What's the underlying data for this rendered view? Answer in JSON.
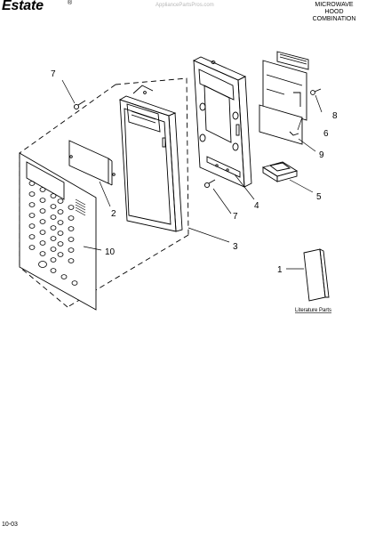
{
  "header": {
    "brand": "Estate",
    "registered_mark": "®",
    "watermark": "AppliancePartsPros.com",
    "title_lines": [
      "MICROWAVE",
      "HOOD",
      "COMBINATION"
    ]
  },
  "callouts": {
    "c1": "1",
    "c2": "2",
    "c3": "3",
    "c4": "4",
    "c5": "5",
    "c6": "6",
    "c7a": "7",
    "c7b": "7",
    "c8": "8",
    "c9": "9",
    "c10": "10"
  },
  "literature_label": "Literature Parts",
  "footer": {
    "code": "10-03"
  }
}
